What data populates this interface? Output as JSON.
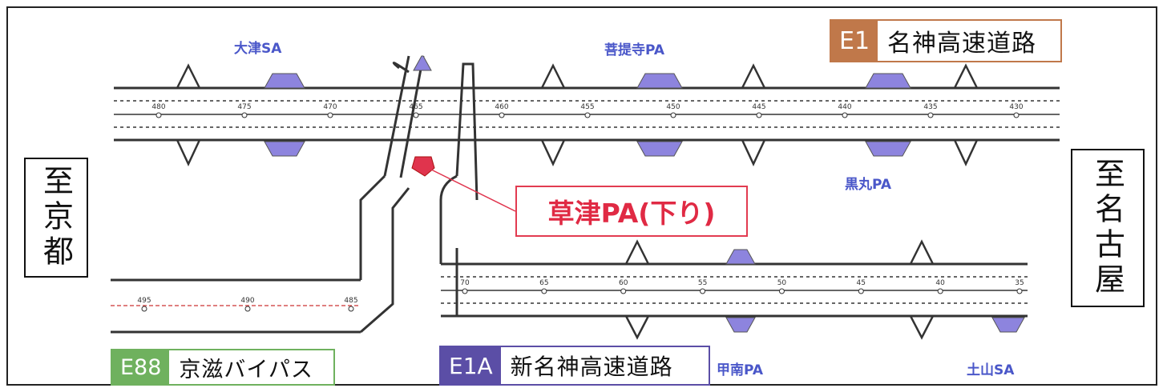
{
  "map": {
    "expressways": {
      "meishin": {
        "code": "E1",
        "name": "名神高速道路",
        "color": "#c0784a"
      },
      "shin_meishin": {
        "code": "E1A",
        "name": "新名神高速道路",
        "color": "#5b4ea6"
      },
      "keiji_bypass": {
        "code": "E88",
        "name": "京滋バイパス",
        "color": "#6fb15e"
      }
    },
    "directions": {
      "west": "至京都",
      "east": "至名古屋"
    },
    "rest_areas": {
      "otsu_sa": "大津SA",
      "bodaiji_pa": "菩提寺PA",
      "kuromaru_pa": "黒丸PA",
      "konan_pa": "甲南PA",
      "tsuchiyama_sa": "土山SA"
    },
    "highlight": {
      "label": "草津PA(下り)",
      "color": "#e0344d"
    },
    "km_posts": {
      "meishin": [
        "480",
        "475",
        "470",
        "465",
        "460",
        "455",
        "450",
        "445",
        "440",
        "435",
        "430"
      ],
      "shin_meishin": [
        "70",
        "65",
        "60",
        "55",
        "50",
        "45",
        "40",
        "35"
      ],
      "bypass": [
        "495",
        "490",
        "485"
      ]
    },
    "facility_color": "#8d84de"
  }
}
